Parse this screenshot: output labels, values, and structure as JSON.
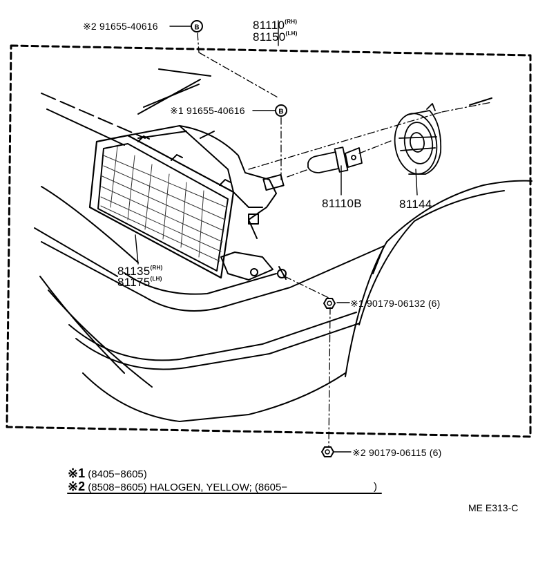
{
  "labels": {
    "bolt2_part": "※2 91655-40616",
    "bolt1_part": "※1 91655-40616",
    "headlamp_rh": "81110",
    "headlamp_rh_side": "(RH)",
    "headlamp_lh": "81150",
    "headlamp_lh_side": "(LH)",
    "bulb": "81110B",
    "socket_cover": "81144",
    "lens_rh": "81135",
    "lens_rh_side": "(RH)",
    "lens_lh": "81175",
    "lens_lh_side": "(LH)",
    "nut1_part": "※1 90179-06132 (6)",
    "nut2_part": "※2 90179-06115 (6)",
    "bolt_symbol": "B"
  },
  "notes": {
    "note1_mark": "※1",
    "note1_text": "(8405−8605)",
    "note2_mark": "※2",
    "note2_text": "(8508−8605) HALOGEN, YELLOW; (8605−",
    "note2_close": ")"
  },
  "diagram_code": "ME E313-C"
}
